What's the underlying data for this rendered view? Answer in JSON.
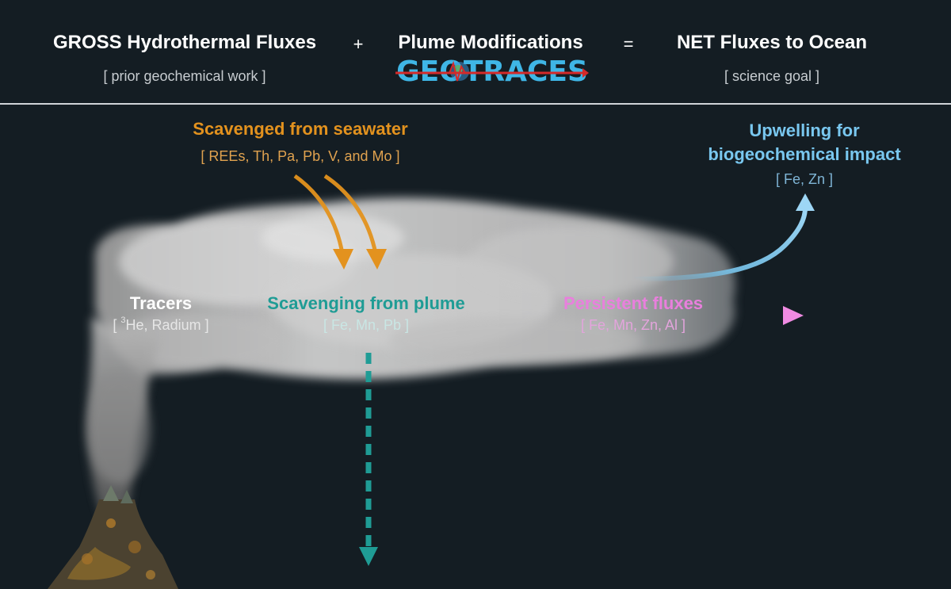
{
  "header": {
    "gross": {
      "title": "GROSS Hydrothermal Fluxes",
      "sub": "[ prior geochemical work ]"
    },
    "plus": "+",
    "plume": {
      "title": "Plume Modifications",
      "logo_text": "GEOTRACES"
    },
    "equals": "=",
    "net": {
      "title": "NET Fluxes to Ocean",
      "sub": "[ science goal ]"
    }
  },
  "labels": {
    "scavenged_seawater": {
      "title": "Scavenged from seawater",
      "sub": "[ REEs, Th, Pa, Pb, V, and Mo ]"
    },
    "upwelling": {
      "title_line1": "Upwelling for",
      "title_line2": "biogeochemical impact",
      "sub": "[ Fe, Zn ]"
    },
    "tracers": {
      "title": "Tracers",
      "sub_open": "[ ",
      "sub_sup": "3",
      "sub_rest": "He, Radium ]"
    },
    "scavenging_plume": {
      "title": "Scavenging from plume",
      "sub": "[ Fe, Mn, Pb ]"
    },
    "persistent": {
      "title": "Persistent fluxes",
      "sub": "[ Fe, Mn, Zn, Al ]"
    }
  },
  "colors": {
    "background": "#141d23",
    "orange": "#e3921e",
    "blue": "#79c7ef",
    "teal": "#1f9c95",
    "pink": "#e97fdd",
    "divider": "#d0d4d8"
  },
  "icons": [
    "geotraces-logo",
    "globe-icon",
    "plume-cloud",
    "hydrothermal-vent"
  ]
}
